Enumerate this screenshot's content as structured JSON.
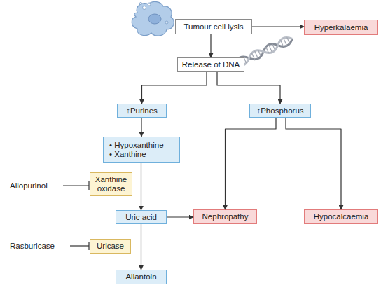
{
  "diagram": {
    "nodes": [
      {
        "text": [
          "Tumour cell lysis"
        ]
      },
      {
        "text": [
          "Hyperkalaemia"
        ]
      },
      {
        "text": [
          "Release of DNA"
        ]
      },
      {
        "text": [
          "↑Purines"
        ]
      },
      {
        "text": [
          "↑Phosphorus"
        ]
      },
      {
        "text": [
          "• Hypoxanthine",
          "• Xanthine"
        ]
      },
      {
        "text": [
          "Xanthine oxidase"
        ]
      },
      {
        "text": [
          "Uric acid"
        ]
      },
      {
        "text": [
          "Nephropathy"
        ]
      },
      {
        "text": [
          "Hypocalcaemia"
        ]
      },
      {
        "text": [
          "Uricase"
        ]
      },
      {
        "text": [
          "Allantoin"
        ]
      }
    ],
    "edges": [
      {
        "from": 0,
        "to": 1,
        "arrow": "to"
      },
      {
        "from": 0,
        "to": 2,
        "arrow": "to"
      },
      {
        "from": 2,
        "to": 3,
        "arrow": "to"
      },
      {
        "from": 2,
        "to": 4,
        "arrow": "to"
      },
      {
        "from": 3,
        "to": 5,
        "arrow": "to"
      },
      {
        "from": 5,
        "to": 7,
        "arrow": "to"
      },
      {
        "from": 4,
        "to": 8,
        "arrow": "to"
      },
      {
        "from": 4,
        "to": 9,
        "arrow": "to"
      },
      {
        "from": 7,
        "to": 8,
        "arrow": "to"
      },
      {
        "from": 7,
        "to": 11,
        "arrow": "to"
      }
    ],
    "labels": [
      "Allopurinol",
      "Rasburicase"
    ]
  }
}
